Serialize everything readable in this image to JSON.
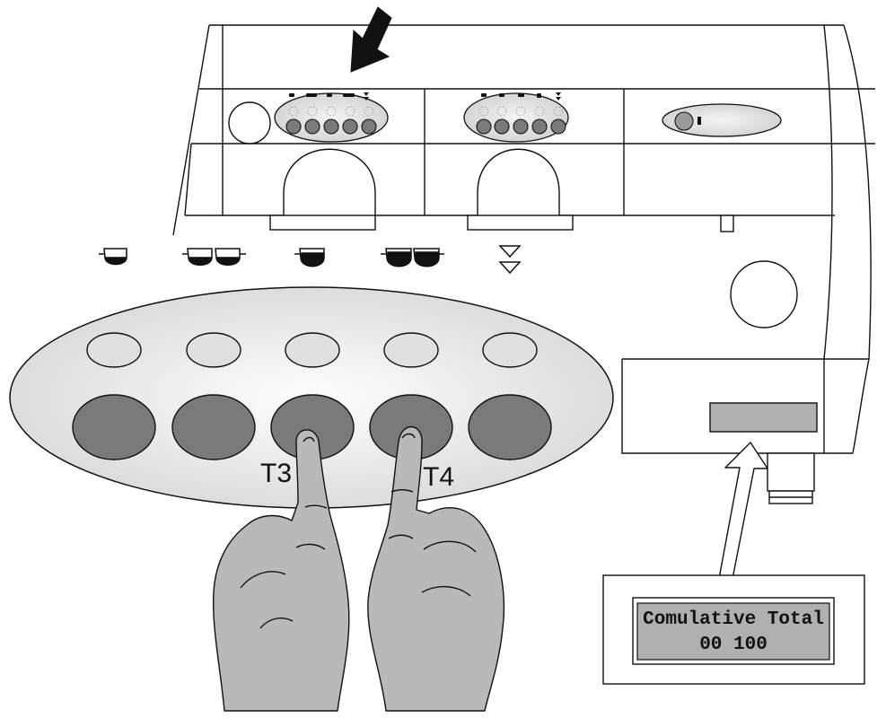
{
  "labels": {
    "t3": "T3",
    "t4": "T4"
  },
  "display": {
    "line1": "Comulative Total",
    "line2": "00 100"
  },
  "icons": [
    "single-small-cup-icon",
    "two-small-cups-icon",
    "single-large-cup-icon",
    "two-large-cups-icon",
    "continuous-dispense-icon"
  ],
  "colors": {
    "outline": "#111111",
    "panel_fill": "#e6e6e6",
    "key_top": "#e0e0e0",
    "key_bottom": "#7a7a7a",
    "hand": "#b9b9b9",
    "lcd": "#b0b0b0"
  }
}
